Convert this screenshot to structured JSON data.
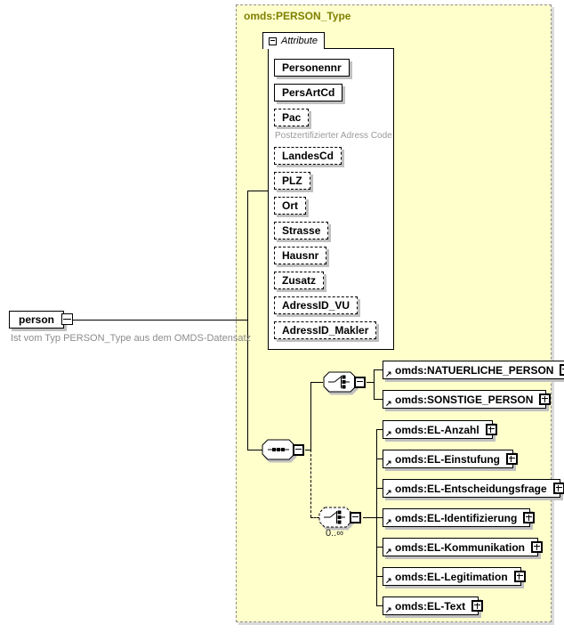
{
  "complex_type": {
    "title": "omds:PERSON_Type"
  },
  "root_element": {
    "label": "person",
    "annotation": "Ist vom Typ PERSON_Type aus dem OMDS-Datensatz"
  },
  "attributes": {
    "tab_label": "Attribute",
    "items": [
      {
        "name": "Personennr",
        "required": true
      },
      {
        "name": "PersArtCd",
        "required": true
      },
      {
        "name": "Pac",
        "required": false,
        "annotation": "Postzertifizierter Adress Code"
      },
      {
        "name": "LandesCd",
        "required": false
      },
      {
        "name": "PLZ",
        "required": false
      },
      {
        "name": "Ort",
        "required": false
      },
      {
        "name": "Strasse",
        "required": false
      },
      {
        "name": "Hausnr",
        "required": false
      },
      {
        "name": "Zusatz",
        "required": false
      },
      {
        "name": "AdressID_VU",
        "required": false
      },
      {
        "name": "AdressID_Makler",
        "required": false
      }
    ]
  },
  "content_model": {
    "compositor": "sequence",
    "choices": [
      {
        "type": "choice",
        "elements": [
          {
            "label": "omds:NATUERLICHE_PERSON"
          },
          {
            "label": "omds:SONSTIGE_PERSON"
          }
        ]
      },
      {
        "type": "choice",
        "occurrence": "0..∞",
        "elements": [
          {
            "label": "omds:EL-Anzahl"
          },
          {
            "label": "omds:EL-Einstufung"
          },
          {
            "label": "omds:EL-Entscheidungsfrage"
          },
          {
            "label": "omds:EL-Identifizierung"
          },
          {
            "label": "omds:EL-Kommunikation"
          },
          {
            "label": "omds:EL-Legitimation"
          },
          {
            "label": "omds:EL-Text"
          }
        ]
      }
    ]
  },
  "icons": {
    "ref_arrow": "↗"
  },
  "colors": {
    "container_fill": "#FFFFCC",
    "container_title": "#808000",
    "box_fill": "#FFFFFF",
    "line": "#000000",
    "shadow": "#C0C0C0",
    "annotation_text": "#9A9A9A"
  }
}
